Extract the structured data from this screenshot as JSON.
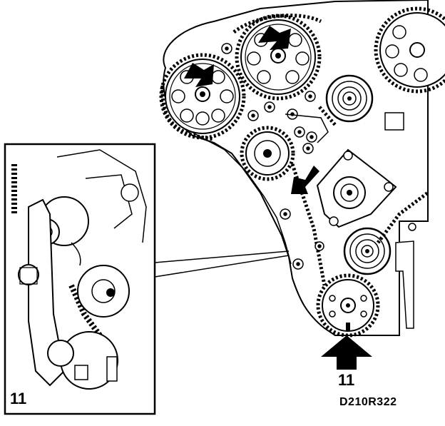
{
  "diagram": {
    "callout_label": "11",
    "inset_label": "11",
    "figure_code": "D210R322",
    "icons": [
      "rotation-arrow-icon",
      "pointer-arrow-icon"
    ]
  }
}
